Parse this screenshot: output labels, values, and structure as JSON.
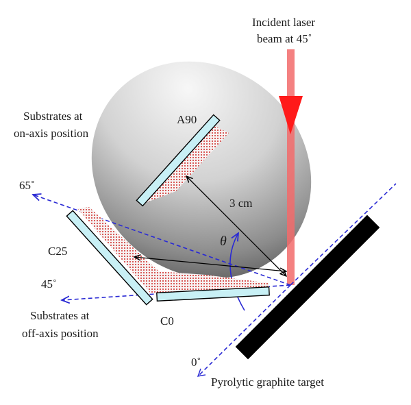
{
  "labels": {
    "incident_line1": "Incident laser",
    "incident_line2": "beam at 45˚",
    "on_axis_line1": "Substrates at",
    "on_axis_line2": "on-axis position",
    "off_axis_line1": "Substrates at",
    "off_axis_line2": "off-axis position",
    "a90": "A90",
    "c25": "C25",
    "c0": "C0",
    "distance": "3 cm",
    "theta": "θ",
    "angle_65": "65˚",
    "angle_45": "45˚",
    "angle_0": "0˚",
    "target": "Pyrolytic graphite target"
  },
  "colors": {
    "laser": "#f26b6b",
    "laser_arrow": "#ff1a1a",
    "substrate_fill": "#c8f0f5",
    "deposit_dots": "#d0312d",
    "dashed_axes": "#2a2ad4",
    "target": "#000000",
    "plume_light": "#f5f5f5",
    "plume_dark": "#5a5a5a"
  }
}
